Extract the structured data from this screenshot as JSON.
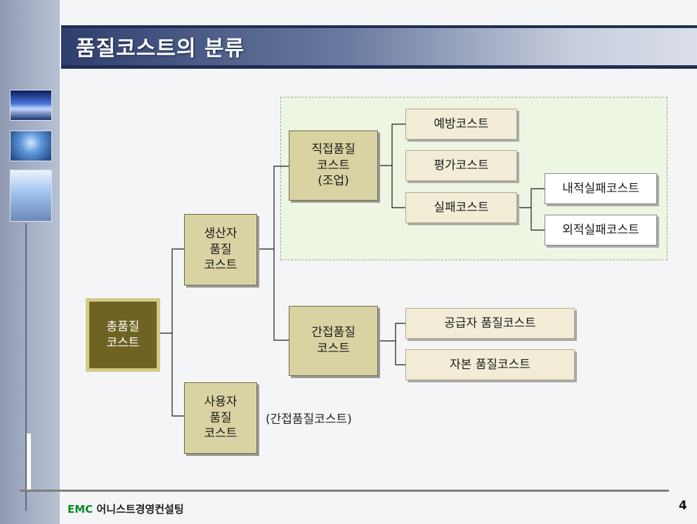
{
  "title": "품질코스트의 분류",
  "root": "총품질\n코스트",
  "producer": "생산자\n품질\n코스트",
  "user": "사용자\n품질\n코스트",
  "user_note": "(간접품질코스트)",
  "direct": "직접품질\n코스트\n(조업)",
  "indirect": "간접품질\n코스트",
  "prevention": "예방코스트",
  "appraisal": "평가코스트",
  "failure": "실패코스트",
  "internal_failure": "내적실패코스트",
  "external_failure": "외적실패코스트",
  "supplier_quality": "공급자 품질코스트",
  "capital_quality": "자본 품질코스트",
  "footer": {
    "brand_emc": "EMC",
    "brand_name": "어니스트경영컨설팅",
    "page": "4"
  }
}
